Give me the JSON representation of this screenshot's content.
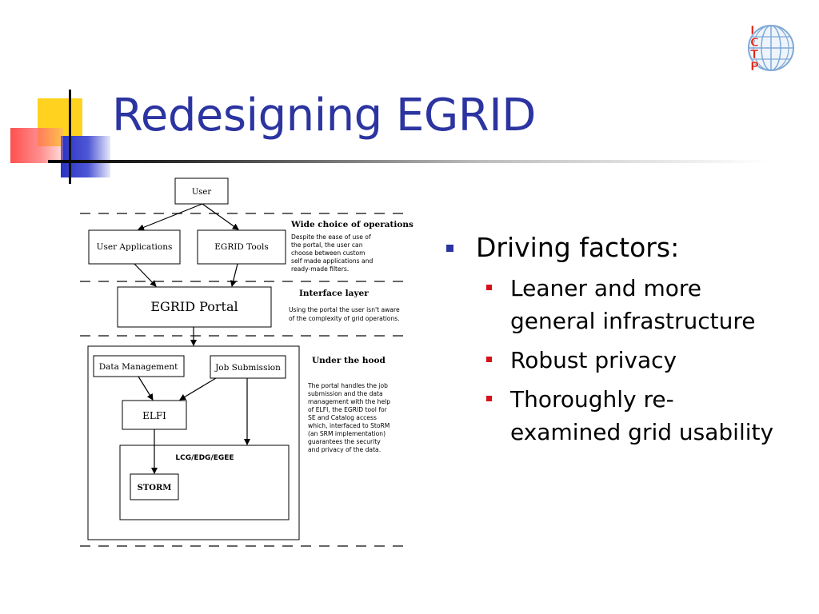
{
  "slide": {
    "title": "Redesigning EGRID"
  },
  "diagram": {
    "user": "User",
    "user_applications": "User Applications",
    "egrid_tools": "EGRID Tools",
    "egrid_portal": "EGRID Portal",
    "data_management": "Data Management",
    "job_submission": "Job Submission",
    "elfi": "ELFI",
    "lcg": "LCG/EDG/EGEE",
    "storm": "STORM",
    "wide_choice_heading": "Wide choice of operations",
    "wide_choice_text": [
      "Despite the ease of use of",
      "the portal, the user can",
      "choose between custom",
      "self made applications and",
      "ready-made filters."
    ],
    "interface_heading": "Interface layer",
    "interface_text": [
      "Using the portal the user isn't aware",
      "of the complexity  of grid operations."
    ],
    "hood_heading": "Under the hood",
    "hood_text": [
      "The portal handles the job",
      "submission and the data",
      "management with the help",
      "of ELFI, the EGRID tool for",
      "SE and Catalog access",
      "which, interfaced to StoRM",
      "(an SRM implementation)",
      "guarantees the security",
      "and privacy of the data."
    ]
  },
  "bullets": {
    "main": "Driving factors:",
    "sub": [
      "Leaner and more",
      "general infrastructure",
      "Robust privacy",
      "Thoroughly re-",
      "examined grid usability"
    ]
  },
  "logo": {
    "letters": [
      "I",
      "C",
      "T",
      "P"
    ]
  },
  "colors": {
    "title": "#2b34a0",
    "bullet_level1": "#2b34a0",
    "bullet_level2": "#d6101a",
    "deco_yellow": "#ffd21f",
    "deco_red": "#ff4a4a",
    "deco_blue": "#2d36c8",
    "logo_red": "#e2231a",
    "logo_blue": "#7fa9d6"
  }
}
